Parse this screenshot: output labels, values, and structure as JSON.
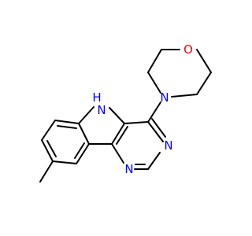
{
  "molecule": {
    "atoms": {
      "O": "O",
      "N_morpholine": "N",
      "N_pyrimidine_3": "N",
      "N_pyrimidine_1": "N",
      "NH_indole": "H",
      "N_indole": "N"
    }
  },
  "colors": {
    "bond": "#000000",
    "nitrogen": "#0000ff",
    "oxygen": "#ff0000",
    "background": "#ffffff"
  }
}
